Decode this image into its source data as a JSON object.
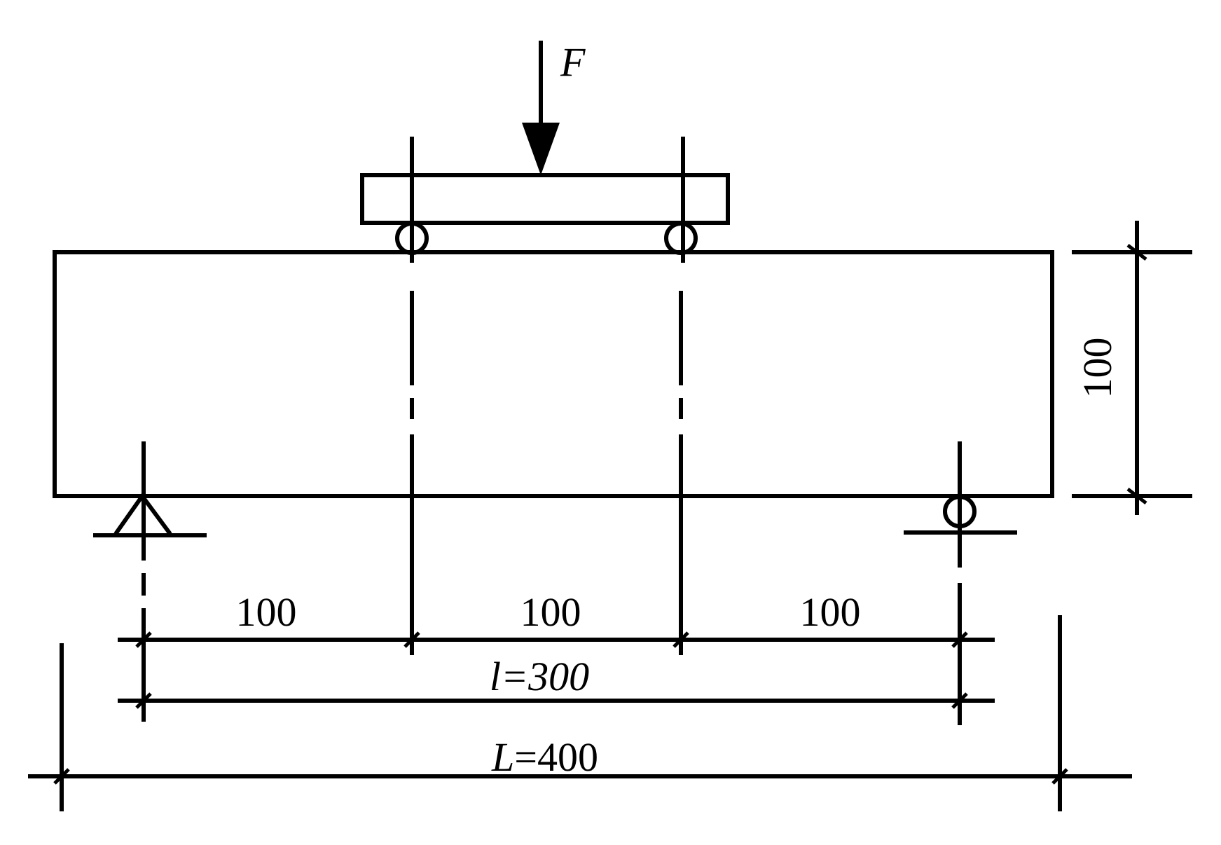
{
  "diagram": {
    "force_label": "F",
    "dims": {
      "left_segment": "100",
      "middle_segment": "100",
      "right_segment": "100",
      "height": "100",
      "span_symbol": "l",
      "span_value": "=300",
      "length_symbol": "L",
      "length_value": "=400"
    }
  }
}
